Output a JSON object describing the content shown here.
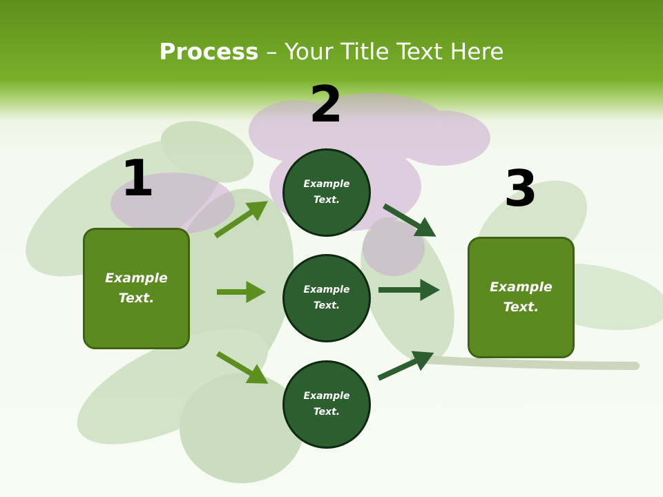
{
  "title": {
    "bold": "Process",
    "rest": " – Your Title Text Here"
  },
  "steps": [
    {
      "number": "1",
      "line1": "Example",
      "line2": "Text."
    },
    {
      "number": "2"
    },
    {
      "number": "3",
      "line1": "Example",
      "line2": "Text."
    }
  ],
  "circles": [
    {
      "line1": "Example",
      "line2": "Text."
    },
    {
      "line1": "Example",
      "line2": "Text."
    },
    {
      "line1": "Example",
      "line2": "Text."
    }
  ],
  "colors": {
    "header_green": "#79b02a",
    "box_fill": "#5c8a20",
    "circle_fill": "#2d5e30",
    "arrow_light": "#5d8f20",
    "arrow_dark": "#2d5e30"
  }
}
